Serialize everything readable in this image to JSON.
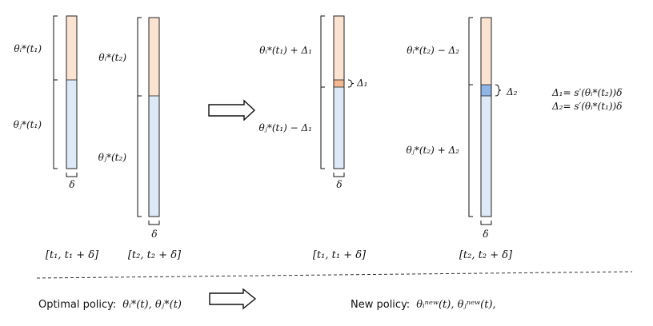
{
  "colors": {
    "peach": "#fbe3d2",
    "lightblue": "#dde9f7",
    "orange_strip": "#f4b992",
    "blue_strip": "#8fb5e5",
    "outline": "#222222"
  },
  "labels": {
    "theta_i_t1": "θᵢ*(t₁)",
    "theta_j_t1": "θⱼ*(t₁)",
    "theta_i_t2": "θᵢ*(t₂)",
    "theta_j_t2": "θⱼ*(t₂)",
    "theta_i_t1_plus": "θᵢ*(t₁) + Δ₁",
    "theta_j_t1_minus": "θⱼ*(t₁) − Δ₁",
    "theta_i_t2_minus": "θᵢ*(t₂) − Δ₂",
    "theta_j_t2_plus": "θⱼ*(t₂) + Δ₂",
    "delta": "δ",
    "delta1": "Δ₁",
    "delta2": "Δ₂",
    "eq1": "Δ₁= s′(θᵢ*(t₂))δ",
    "eq2": "Δ₂= s′(θᵢ*(t₁))δ",
    "interval1": "[t₁, t₁ + δ]",
    "interval2": "[t₂, t₂ + δ]"
  },
  "footer": {
    "optimal_label": "Optimal policy:",
    "optimal_math": "θᵢ*(t), θⱼ*(t)",
    "new_label": "New policy:",
    "new_math": "θᵢⁿᵉʷ(t), θⱼⁿᵉʷ(t),"
  }
}
